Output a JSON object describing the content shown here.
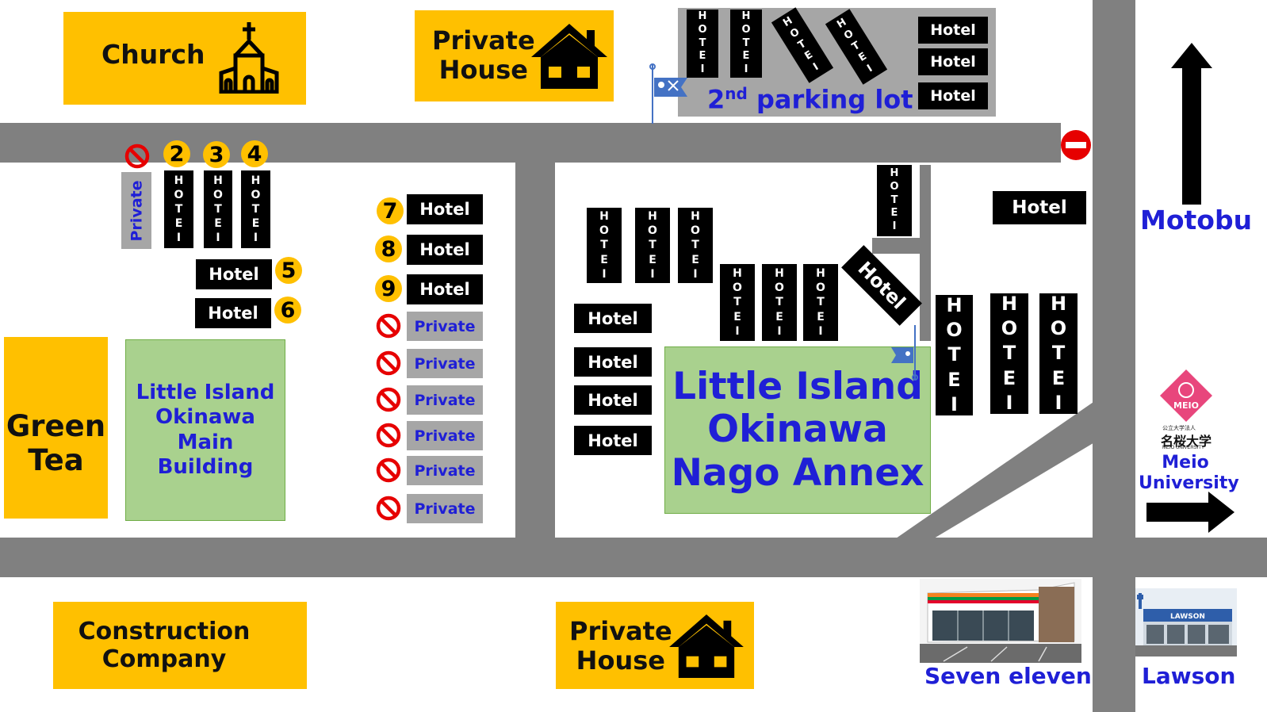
{
  "colors": {
    "road": "#808080",
    "landmark": "#FFC000",
    "hotel": "#000000",
    "private": "#A6A6A6",
    "building": "#A9D18E",
    "label_blue": "#1F1FD6",
    "no_entry_red": "#E60000"
  },
  "landmarks": {
    "church": "Church",
    "private_house_top": [
      "Private",
      "House"
    ],
    "green_tea": [
      "Green",
      "Tea"
    ],
    "construction": [
      "Construction",
      "Company"
    ],
    "private_house_bottom": [
      "Private",
      "House"
    ]
  },
  "parking": {
    "label_main": "2",
    "label_sup": "nd",
    "label_rest": "parking lot"
  },
  "hotel_label": "Hotel",
  "hotel_vertical": [
    "H",
    "O",
    "T",
    "E",
    "I"
  ],
  "private_label": "Private",
  "spot_numbers": [
    "2",
    "3",
    "4",
    "5",
    "6",
    "7",
    "8",
    "9"
  ],
  "main_building": [
    "Little Island",
    "Okinawa",
    "Main Building"
  ],
  "annex": [
    "Little Island",
    "Okinawa",
    "Nago Annex"
  ],
  "directions": {
    "motobu": "Motobu",
    "meio_university": [
      "Meio",
      "University"
    ],
    "meio_logo": "MEIO",
    "meio_jp": "名桜大学",
    "meio_en_small": "MEIO UNIVERSITY",
    "meio_jp_small": "公立大学法人"
  },
  "stores": {
    "seven_eleven": "Seven eleven",
    "lawson": "Lawson",
    "lawson_sign": "LAWSON"
  },
  "icons": [
    "church-icon",
    "house-icon",
    "no-entry-icon",
    "prohibited-icon",
    "koinobori-flag-icon",
    "arrow-up-icon",
    "arrow-right-icon"
  ]
}
